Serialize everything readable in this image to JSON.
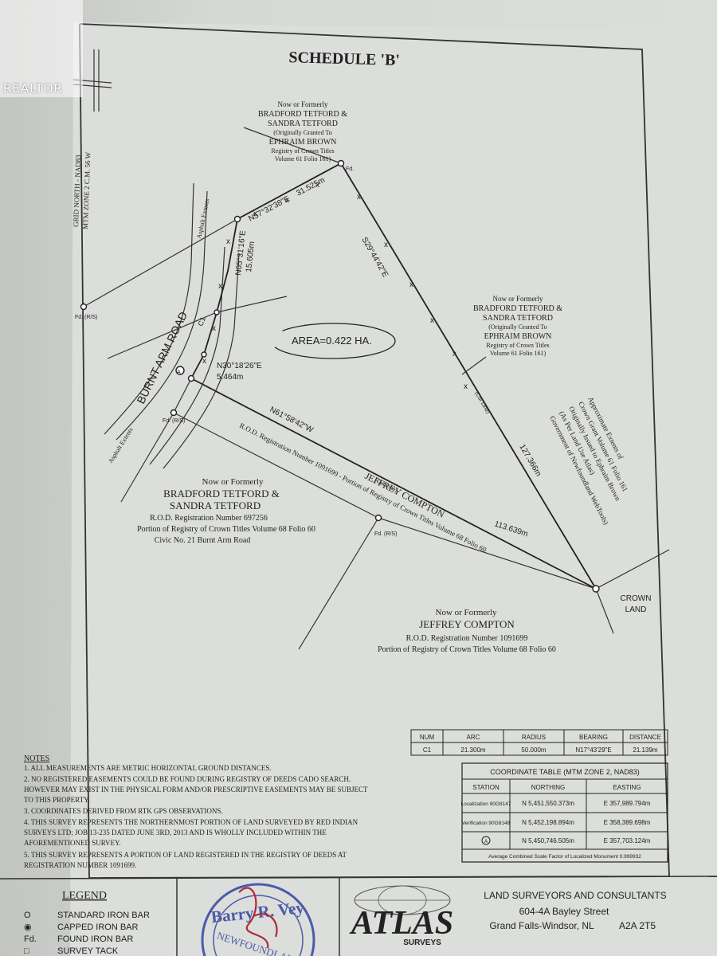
{
  "watermark": "REALTOR",
  "title": "SCHEDULE 'B'",
  "grid_note": [
    "GRID NORTH - NAD83",
    "MTM ZONE 2 C.M. 56 W"
  ],
  "parcels": {
    "north_top": [
      "Now or Formerly",
      "BRADFORD TETFORD &",
      "SANDRA TETFORD",
      "(Originally Granted To",
      "EPHRAIM BROWN",
      "Registry of Crown Titles",
      "Volume 61 Folio 161)"
    ],
    "east": [
      "Now or Formerly",
      "BRADFORD TETFORD &",
      "SANDRA TETFORD",
      "(Originally Granted To",
      "EPHRAIM BROWN",
      "Registry of Crown Titles",
      "Volume 61 Folio 161)"
    ],
    "southwest": [
      "Now or Formerly",
      "BRADFORD TETFORD &",
      "SANDRA TETFORD",
      "R.O.D. Registration Number 697256",
      "Portion of Registry of Crown Titles Volume 68 Folio 60",
      "Civic No. 21 Burnt Arm Road"
    ],
    "south": [
      "Now or Formerly",
      "JEFFREY COMPTON",
      "R.O.D. Registration Number 1091699",
      "Portion of Registry of Crown Titles Volume 68 Folio 60"
    ],
    "compton_diag": [
      "JEFFREY COMPTON",
      "R.O.D. Registration Number 1091699 - Portion of Registry of Crown Titles Volume 68 Folio 60"
    ],
    "crown_land": [
      "CROWN",
      "LAND"
    ],
    "crown_grant": [
      "Approximate Extents of",
      "Crown Grant Volume 61 Folio 161",
      "Originally Issued to Ephraim Brown",
      "(As Per Land Use Atlas)",
      "Government of Newfoundland WebTools)"
    ]
  },
  "area_label": "AREA=0.422 HA.",
  "road_label": "BURNT ARM ROAD",
  "asphalt_labels": [
    "Asphalt Extents",
    "Asphalt Extents"
  ],
  "bearings": {
    "b_ne": "N57°32'38\"E",
    "d_ne": "31.525m",
    "b_nw": "N05°31'16\"E",
    "d_nw": "15.605m",
    "b_se": "S29°44'42\"E",
    "b_sw": "N30°18'26\"E",
    "d_sw": "5.464m",
    "b_s": "N61°58'42\"W",
    "d_se": "127.366m",
    "d_s": "113.639m",
    "cut_line": "(Cut Line)",
    "curve": "C1",
    "circle_a": "A",
    "fd_labels": [
      "Fd. (R/S)",
      "Fd. (R/S)",
      "Fd. (R/S)",
      "Fd."
    ]
  },
  "curve_table": {
    "headers": [
      "NUM",
      "ARC",
      "RADIUS",
      "BEARING",
      "DISTANCE"
    ],
    "rows": [
      [
        "C1",
        "21.300m",
        "50.000m",
        "N17°43'29\"E",
        "21.139m"
      ]
    ]
  },
  "coord_table": {
    "title": "COORDINATE TABLE (MTM ZONE 2, NAD83)",
    "headers": [
      "STATION",
      "NORTHING",
      "EASTING"
    ],
    "rows": [
      [
        "Localization 90G8147",
        "N 5,451,550.373m",
        "E 357,989.794m"
      ],
      [
        "Verification 90G8148",
        "N 5,452,198.894m",
        "E 358,389.698m"
      ],
      [
        "A",
        "N 5,450,746.505m",
        "E 357,703.124m"
      ]
    ],
    "footnote": "Average Combined Scale Factor of Localized Monument 0.999932"
  },
  "notes_title": "NOTES",
  "notes": [
    "1.   ALL MEASUREMENTS ARE METRIC HORIZONTAL GROUND DISTANCES.",
    "2.   NO REGISTERED EASEMENTS COULD BE FOUND DURING REGISTRY OF DEEDS CADO SEARCH.",
    "      HOWEVER MAY EXIST IN THE PHYSICAL FORM AND/OR PRESCRIPTIVE EASEMENTS MAY BE SUBJECT",
    "      TO THIS PROPERTY.",
    "3.   COORDINATES DERIVED FROM RTK GPS OBSERVATIONS.",
    "4.   THIS SURVEY REPRESENTS THE NORTHERNMOST PORTION OF LAND SURVEYED BY RED INDIAN",
    "      SURVEYS LTD; JOB 13-235 DATED JUNE 3RD, 2013 AND IS WHOLLY INCLUDED WITHIN THE",
    "      AFOREMENTIONED SURVEY.",
    "5.   THIS SURVEY REPRESENTS A PORTION OF LAND REGISTERED IN THE REGISTRY OF DEEDS AT",
    "      REGISTRATION NUMBER 1091699."
  ],
  "legend": {
    "title": "LEGEND",
    "items": [
      {
        "symbol": "O",
        "label": "STANDARD IRON BAR"
      },
      {
        "symbol": "◉",
        "label": "CAPPED IRON BAR"
      },
      {
        "symbol": "Fd.",
        "label": "FOUND IRON BAR"
      },
      {
        "symbol": "□",
        "label": "SURVEY TACK"
      }
    ]
  },
  "stamp": {
    "name": "Barry R. Vey",
    "region": "NEWFOUNDLAND"
  },
  "company": {
    "logo": "ATLAS",
    "logo_sub": "SURVEYS",
    "line1": "LAND SURVEYORS AND CONSULTANTS",
    "line2": "604-4A Bayley Street",
    "line3": "Grand Falls-Windsor, NL",
    "postal": "A2A 2T5"
  },
  "colors": {
    "ink": "#222222",
    "paper": "#dcdedb",
    "stamp": "#4a5aa8",
    "signature": "#b02a3a"
  }
}
